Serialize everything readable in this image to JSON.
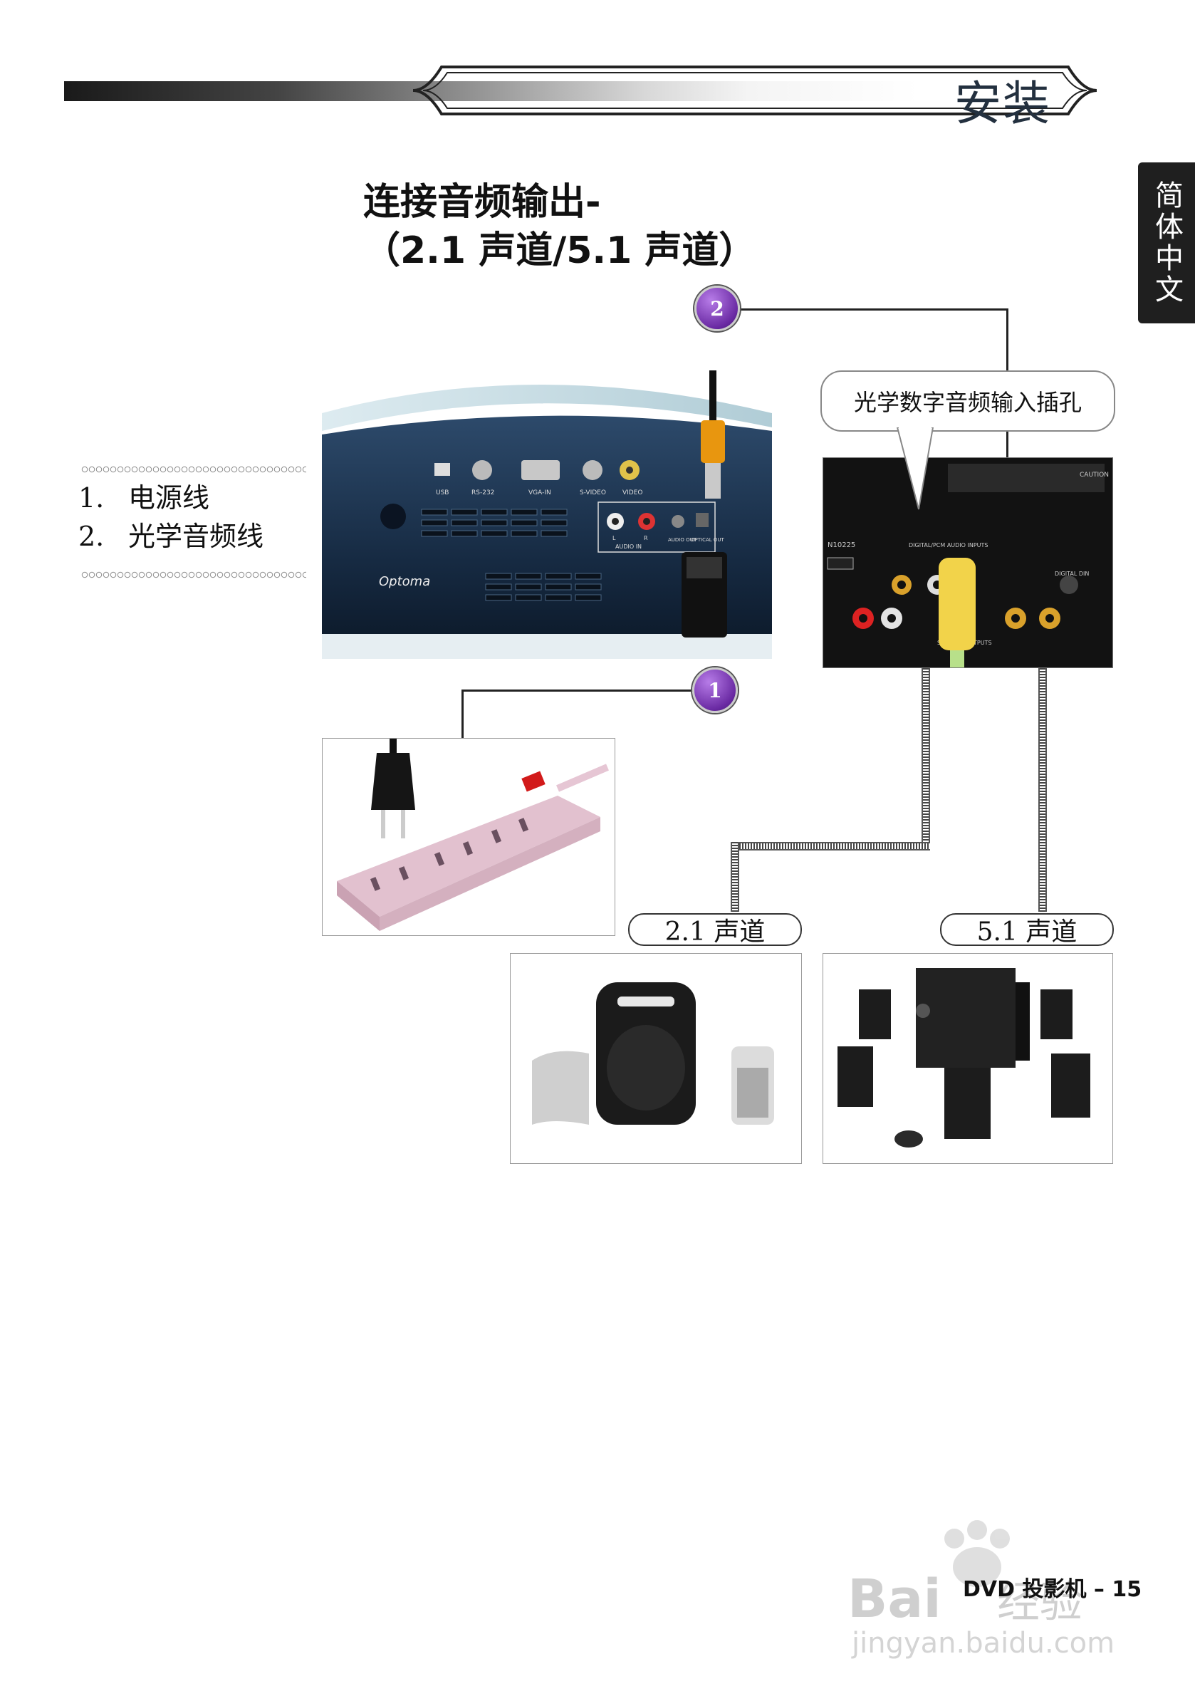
{
  "header": {
    "title": "安装"
  },
  "side_tab": {
    "label": "简体中文"
  },
  "section": {
    "title_line1": "连接音频输出-",
    "title_line2": "（2.1 声道/5.1 声道）"
  },
  "legend": {
    "items": [
      {
        "num": "1.",
        "label": "电源线"
      },
      {
        "num": "2.",
        "label": "光学音频线"
      }
    ]
  },
  "callout": {
    "text": "光学数字音频输入插孔"
  },
  "badges": {
    "one": "1",
    "two": "2"
  },
  "labels": {
    "ch21": "2.1 声道",
    "ch51": "5.1 声道"
  },
  "projector": {
    "brand": "Optoma",
    "ports": [
      "USB",
      "RS-232",
      "VGA-IN",
      "S-VIDEO",
      "VIDEO"
    ],
    "audio_in": "AUDIO IN",
    "audio_l": "L",
    "audio_r": "R",
    "audio_out": "AUDIO OUT",
    "optical_out": "OPTICAL OUT"
  },
  "receiver": {
    "caution": "CAUTION",
    "model": "N10225",
    "digital_inputs": "DIGITAL/PCM AUDIO INPUTS",
    "digital_din": "DIGITAL DIN",
    "speaker_outputs": "SPEAKER OUTPUTS"
  },
  "footer": {
    "text": "DVD 投影机 – 15"
  },
  "watermark": {
    "brand": "Bai",
    "suffix": "经验",
    "url": "jingyan.baidu.com"
  }
}
